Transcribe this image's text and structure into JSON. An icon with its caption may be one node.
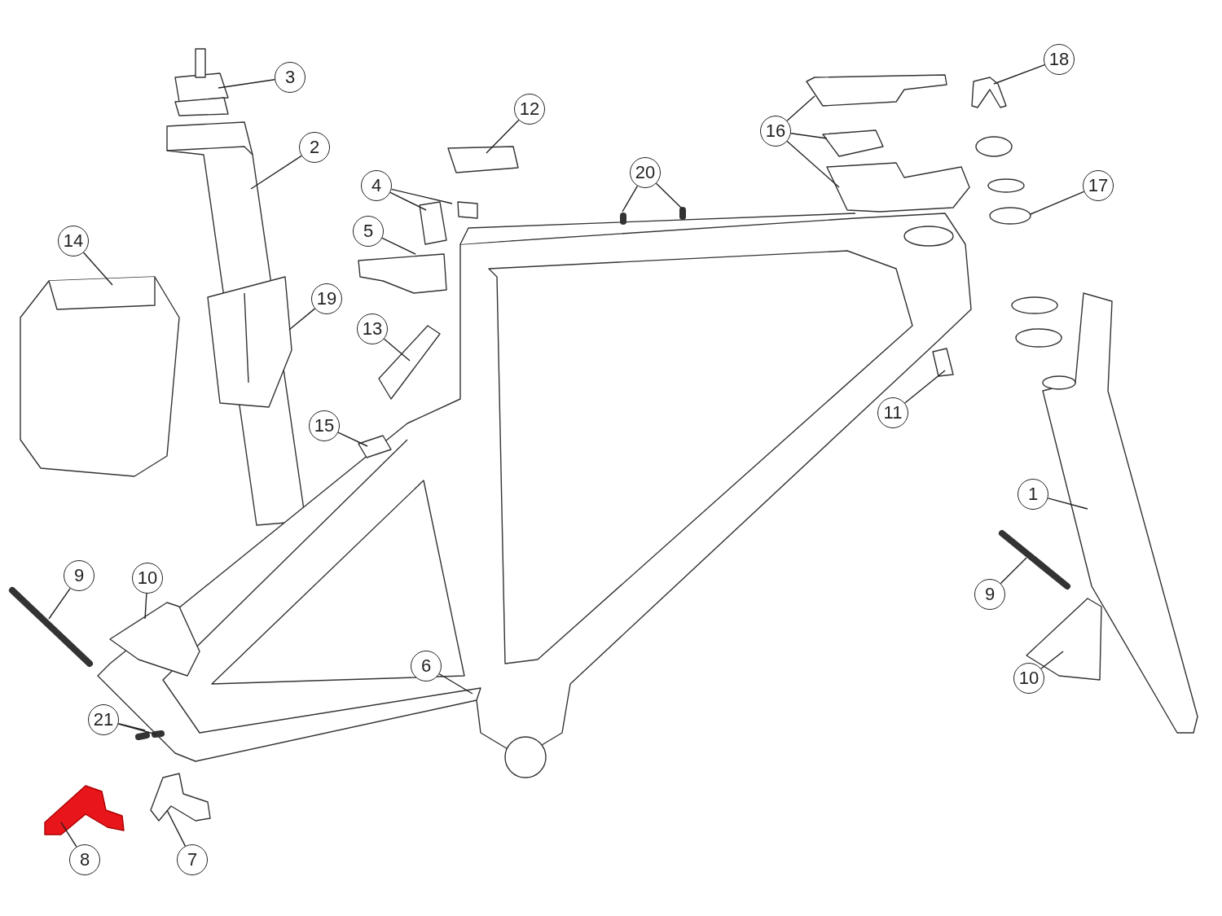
{
  "diagram": {
    "nodes": [
      {
        "text": [
          "18"
        ]
      },
      {
        "text": [
          "3"
        ]
      },
      {
        "text": [
          "12"
        ]
      },
      {
        "text": [
          "16"
        ]
      },
      {
        "text": [
          "2"
        ]
      },
      {
        "text": [
          "20"
        ]
      },
      {
        "text": [
          "4"
        ]
      },
      {
        "text": [
          "17"
        ]
      },
      {
        "text": [
          "5"
        ]
      },
      {
        "text": [
          "14"
        ]
      },
      {
        "text": [
          "19"
        ]
      },
      {
        "text": [
          "13"
        ]
      },
      {
        "text": [
          "11"
        ]
      },
      {
        "text": [
          "15"
        ]
      },
      {
        "text": [
          "1"
        ]
      },
      {
        "text": [
          "9"
        ]
      },
      {
        "text": [
          "10"
        ]
      },
      {
        "text": [
          "9"
        ]
      },
      {
        "text": [
          "6"
        ]
      },
      {
        "text": [
          "10"
        ]
      },
      {
        "text": [
          "21"
        ]
      },
      {
        "text": [
          "8"
        ]
      },
      {
        "text": [
          "7"
        ]
      }
    ],
    "edges": [
      {
        "from": 0,
        "to": null,
        "arrow": "none"
      },
      {
        "from": 1,
        "to": null,
        "arrow": "none"
      },
      {
        "from": 2,
        "to": null,
        "arrow": "none"
      },
      {
        "from": 3,
        "to": null,
        "arrow": "none"
      },
      {
        "from": 3,
        "to": null,
        "arrow": "none"
      },
      {
        "from": 3,
        "to": null,
        "arrow": "none"
      },
      {
        "from": 4,
        "to": null,
        "arrow": "none"
      },
      {
        "from": 5,
        "to": null,
        "arrow": "none"
      },
      {
        "from": 5,
        "to": null,
        "arrow": "none"
      },
      {
        "from": 6,
        "to": null,
        "arrow": "none"
      },
      {
        "from": 6,
        "to": null,
        "arrow": "none"
      },
      {
        "from": 7,
        "to": null,
        "arrow": "none"
      },
      {
        "from": 8,
        "to": null,
        "arrow": "none"
      },
      {
        "from": 9,
        "to": null,
        "arrow": "none"
      },
      {
        "from": 10,
        "to": null,
        "arrow": "none"
      },
      {
        "from": 11,
        "to": null,
        "arrow": "none"
      },
      {
        "from": 12,
        "to": null,
        "arrow": "none"
      },
      {
        "from": 13,
        "to": null,
        "arrow": "none"
      },
      {
        "from": 14,
        "to": null,
        "arrow": "none"
      },
      {
        "from": 15,
        "to": null,
        "arrow": "none"
      },
      {
        "from": 16,
        "to": null,
        "arrow": "none"
      },
      {
        "from": 17,
        "to": null,
        "arrow": "none"
      },
      {
        "from": 18,
        "to": null,
        "arrow": "none"
      },
      {
        "from": 19,
        "to": null,
        "arrow": "none"
      },
      {
        "from": 20,
        "to": null,
        "arrow": "none"
      },
      {
        "from": 20,
        "to": null,
        "arrow": "none"
      },
      {
        "from": 21,
        "to": null,
        "arrow": "none"
      },
      {
        "from": 22,
        "to": null,
        "arrow": "none"
      }
    ]
  }
}
